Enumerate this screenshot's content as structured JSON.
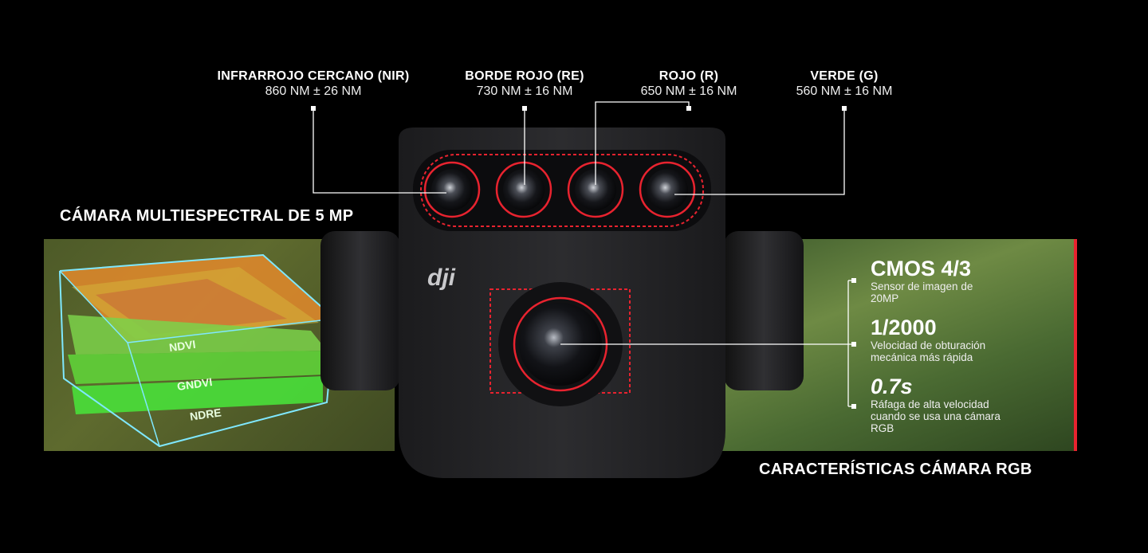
{
  "bands": [
    {
      "label": "INFRARROJO CERCANO (NIR)",
      "value": "860 NM ± 26 NM"
    },
    {
      "label": "BORDE ROJO (RE)",
      "value": "730 NM ± 16 NM"
    },
    {
      "label": "ROJO (R)",
      "value": "650 NM ± 16 NM"
    },
    {
      "label": "VERDE (G)",
      "value": "560 NM ± 16 NM"
    }
  ],
  "multispectral_title": "CÁMARA MULTIESPECTRAL DE 5 MP",
  "rgb_title": "CARACTERÍSTICAS CÁMARA RGB",
  "layers": [
    "NDVI",
    "GNDVI",
    "NDRE"
  ],
  "brand_logo": "dji",
  "specs": [
    {
      "value": "CMOS 4/3",
      "desc": [
        "Sensor de imagen de",
        "20MP"
      ]
    },
    {
      "value": "1/2000",
      "desc": [
        "Velocidad de obturación",
        "mecánica más rápida"
      ]
    },
    {
      "value": "0.7s",
      "desc": [
        "Ráfaga de alta velocidad",
        "cuando se usa una cámara",
        "RGB"
      ]
    }
  ],
  "colors": {
    "accent_red": "#e8232f",
    "background": "#000000"
  }
}
